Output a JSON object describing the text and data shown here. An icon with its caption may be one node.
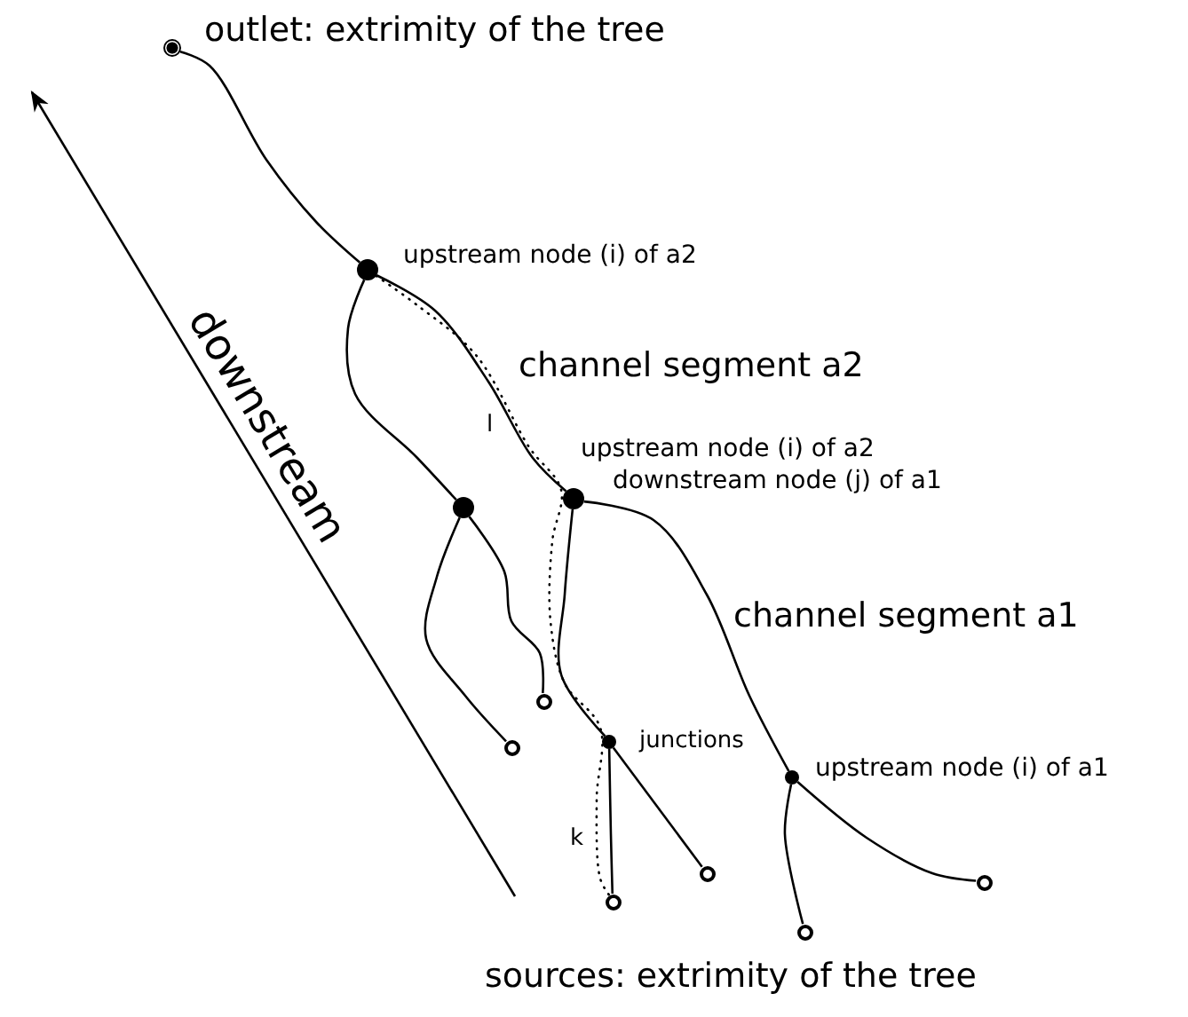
{
  "diagram": {
    "nodes": [
      {
        "text": [],
        "shape": "circle",
        "beside": [
          "outlet: extrimity of the tree"
        ]
      },
      {
        "text": [],
        "shape": "circle",
        "beside": [
          "upstream node (i) of a2"
        ]
      },
      {
        "text": [],
        "shape": "circle"
      },
      {
        "text": [],
        "shape": "circle",
        "beside": [
          "upstream node (i) of a2",
          "downstream node (j) of a1"
        ]
      },
      {
        "text": [],
        "shape": "circle",
        "beside": [
          "junctions"
        ]
      },
      {
        "text": [],
        "shape": "circle",
        "beside": [
          "upstream node (i) of a1"
        ]
      },
      {
        "text": [],
        "shape": "circle"
      },
      {
        "text": [],
        "shape": "circle"
      },
      {
        "text": [],
        "shape": "circle"
      },
      {
        "text": [],
        "shape": "circle"
      },
      {
        "text": [],
        "shape": "circle"
      },
      {
        "text": [],
        "shape": "circle"
      }
    ],
    "edges": [
      {
        "from": 0,
        "to": 1,
        "arrow": "none"
      },
      {
        "from": 1,
        "to": 2,
        "arrow": "none"
      },
      {
        "from": 1,
        "to": 3,
        "arrow": "none",
        "label": "channel segment a2"
      },
      {
        "from": 2,
        "to": 6,
        "arrow": "none"
      },
      {
        "from": 2,
        "to": 7,
        "arrow": "none"
      },
      {
        "from": 3,
        "to": 4,
        "arrow": "none"
      },
      {
        "from": 3,
        "to": 5,
        "arrow": "none",
        "label": "channel segment a1"
      },
      {
        "from": 4,
        "to": 8,
        "arrow": "none"
      },
      {
        "from": 4,
        "to": 9,
        "arrow": "none"
      },
      {
        "from": 5,
        "to": 10,
        "arrow": "none"
      },
      {
        "from": 5,
        "to": 11,
        "arrow": "none"
      },
      {
        "from": 1,
        "to": 8,
        "arrow": "none",
        "style": "dashed"
      }
    ],
    "labels": [
      "downstream",
      "l",
      "k",
      "sources: extrimity of the tree"
    ]
  }
}
